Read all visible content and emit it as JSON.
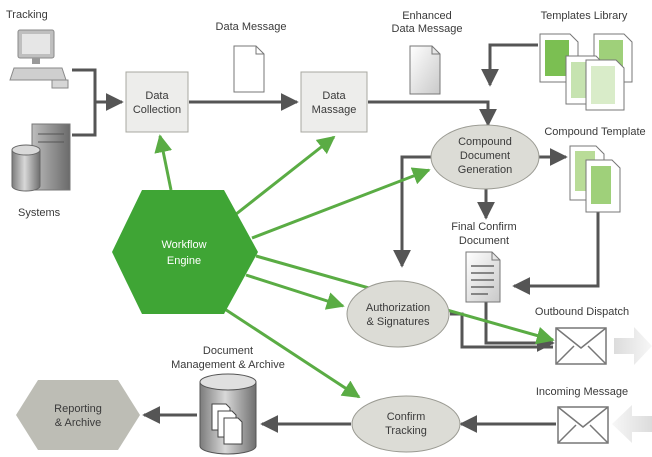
{
  "sources": {
    "tracking": "Tracking",
    "systems": "Systems"
  },
  "nodes": {
    "data_collection": [
      "Data",
      "Collection"
    ],
    "data_massage": [
      "Data",
      "Massage"
    ],
    "compound_doc_gen": [
      "Compound",
      "Document",
      "Generation"
    ],
    "workflow_engine": [
      "Workflow",
      "Engine"
    ],
    "authorization": [
      "Authorization",
      "& Signatures"
    ],
    "confirm_tracking": [
      "Confirm",
      "Tracking"
    ],
    "reporting_archive": [
      "Reporting",
      "& Archive"
    ]
  },
  "labels": {
    "data_message": "Data Message",
    "enhanced_data_message": [
      "Enhanced",
      "Data Message"
    ],
    "templates_library": "Templates Library",
    "compound_template": "Compound Template",
    "final_confirm_document": [
      "Final Confirm",
      "Document"
    ],
    "outbound_dispatch": "Outbound Dispatch",
    "incoming_message": "Incoming Message",
    "document_management": [
      "Document",
      "Management & Archive"
    ]
  },
  "colors": {
    "green_arrow": "#5aac44",
    "dark_line": "#555555",
    "hexagon_fill": "#3fa535",
    "box_fill": "#ededeb",
    "ellipse_fill": "#dcdcd6",
    "grey_shape": "#bdbdb5"
  }
}
